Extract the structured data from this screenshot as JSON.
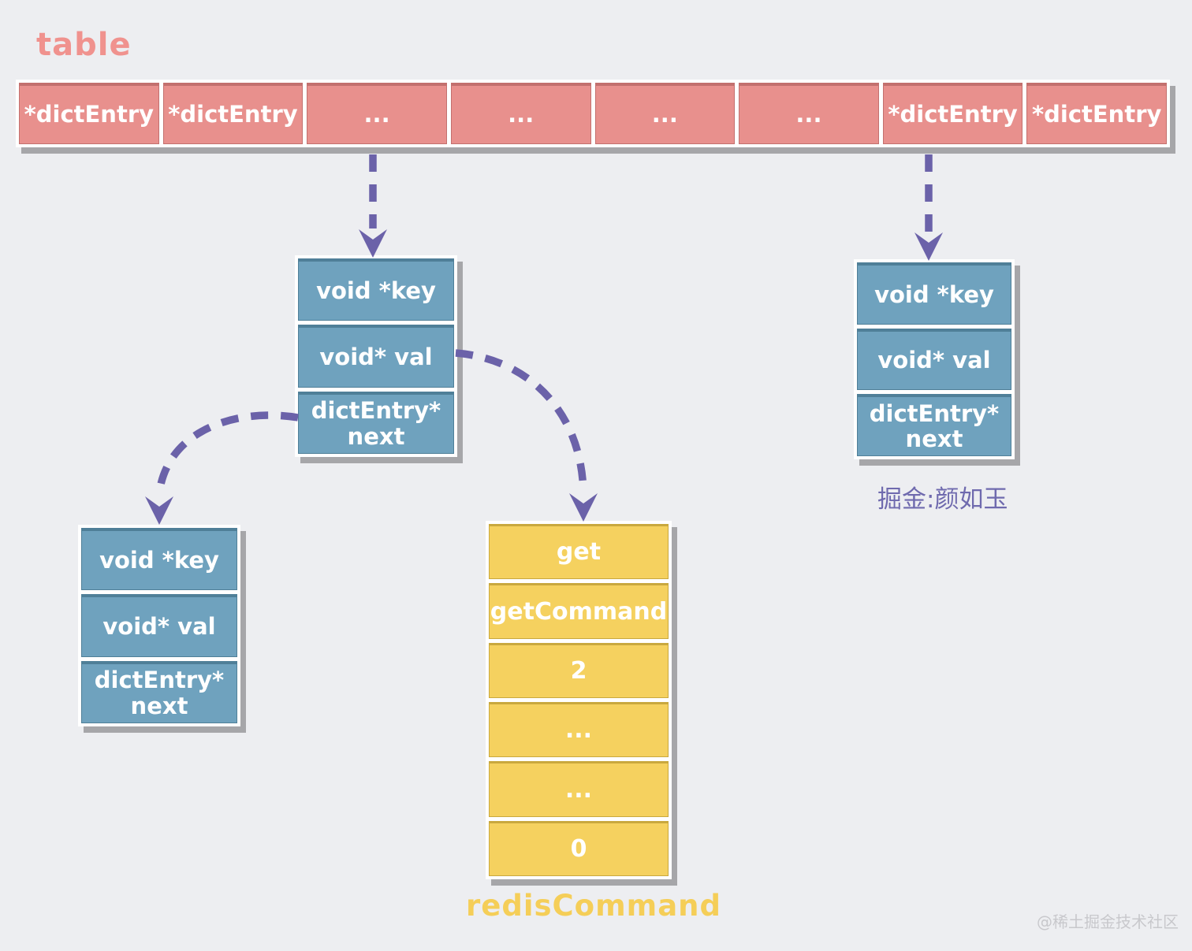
{
  "title": "table",
  "hash_table": {
    "cells": [
      "*dictEntry",
      "*dictEntry",
      "...",
      "...",
      "...",
      "...",
      "*dictEntry",
      "*dictEntry"
    ]
  },
  "entry_middle": {
    "rows": [
      "void *key",
      "void* val",
      "dictEntry*\nnext"
    ]
  },
  "entry_left": {
    "rows": [
      "void *key",
      "void* val",
      "dictEntry*\nnext"
    ]
  },
  "entry_right": {
    "rows": [
      "void *key",
      "void* val",
      "dictEntry*\nnext"
    ]
  },
  "redis_command": {
    "label": "redisCommand",
    "rows": [
      "get",
      "getCommand",
      "2",
      "...",
      "...",
      "0"
    ]
  },
  "captions": {
    "juejin_author": "掘金:颜如玉",
    "watermark": "@稀土掘金技术社区"
  },
  "colors": {
    "background": "#EDEEF1",
    "table_fill": "#E8908D",
    "entry_fill": "#6FA2BE",
    "command_fill": "#F5D15F",
    "arrow": "#6B62A9",
    "title_text": "#F0928E",
    "command_label_text": "#F5CE58",
    "caption_text": "#6F6AAE",
    "watermark_text": "#C8C8CC"
  }
}
